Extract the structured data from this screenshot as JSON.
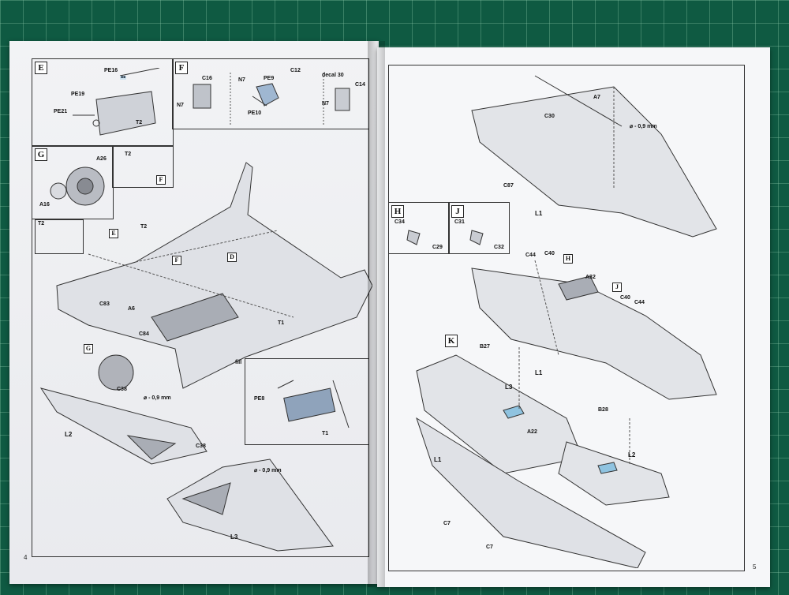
{
  "left_page": {
    "page_number": "4",
    "sections": {
      "E": "E",
      "F": "F",
      "G": "G",
      "D": "D"
    },
    "labels": {
      "pe16": "PE16",
      "pe19": "PE19",
      "pe21": "PE21",
      "t2_e": "T2",
      "c16": "C16",
      "n7_a": "N7",
      "n7_b": "N7",
      "pe9": "PE9",
      "c12": "C12",
      "pe10": "PE10",
      "decal": "decal 30",
      "c14": "C14",
      "n7_c": "N7",
      "a26": "A26",
      "a16": "A16",
      "t2_g": "T2",
      "t2_small": "T2",
      "t2_main": "T2",
      "c83": "C83",
      "a6": "A6",
      "c84": "C84",
      "t1": "T1",
      "fill": "fill",
      "pe8": "PE8",
      "t1_detail": "T1",
      "c38_a": "C38",
      "dia_a": "⌀ - 0,9 mm",
      "l2": "L2",
      "c38_b": "C38",
      "dia_b": "⌀ - 0,9 mm",
      "l3": "L3"
    }
  },
  "right_page": {
    "page_number": "5",
    "sections": {
      "H": "H",
      "J": "J",
      "K": "K",
      "H2": "H",
      "J2": "J"
    },
    "labels": {
      "a7": "A7",
      "c30": "C30",
      "dia": "⌀ - 0,9 mm",
      "c87": "C87",
      "l1_a": "L1",
      "c34": "C34",
      "c29": "C29",
      "c31": "C31",
      "c32": "C32",
      "c44_a": "C44",
      "c40_a": "C40",
      "a32": "A32",
      "c40_b": "C40",
      "c44_b": "C44",
      "l1_b": "L1",
      "b27": "B27",
      "l3": "L3",
      "b28": "B28",
      "a22": "A22",
      "l2": "L2",
      "l1_c": "L1",
      "c7_a": "C7",
      "c7_b": "C7"
    }
  },
  "colors": {
    "mat": "#0f5a42",
    "paper": "#f4f5f7",
    "color_callout": "#cfe2ef",
    "highlight": "#8fc3e0"
  }
}
